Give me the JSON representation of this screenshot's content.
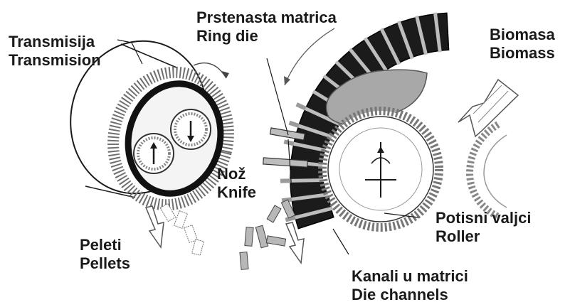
{
  "labels": {
    "transmission": {
      "line1": "Transmisija",
      "line2": "Transmision"
    },
    "ring_die": {
      "line1": "Prstenasta matrica",
      "line2": "Ring die"
    },
    "biomass": {
      "line1": "Biomasa",
      "line2": "Biomass"
    },
    "knife": {
      "line1": "Nož",
      "line2": "Knife"
    },
    "pellets": {
      "line1": "Peleti",
      "line2": "Pellets"
    },
    "roller": {
      "line1": "Potisni valjci",
      "line2": "Roller"
    },
    "die_channels": {
      "line1": "Kanali u matrici",
      "line2": "Die channels"
    }
  },
  "colors": {
    "ink": "#1a1a1a",
    "die_fill": "#1b1b1b",
    "channel_fill": "#bdbdbd",
    "biomass_fill": "#a8a8a8",
    "pellet_fill": "#b8b8b8",
    "light_gray": "#cfcfcf"
  }
}
